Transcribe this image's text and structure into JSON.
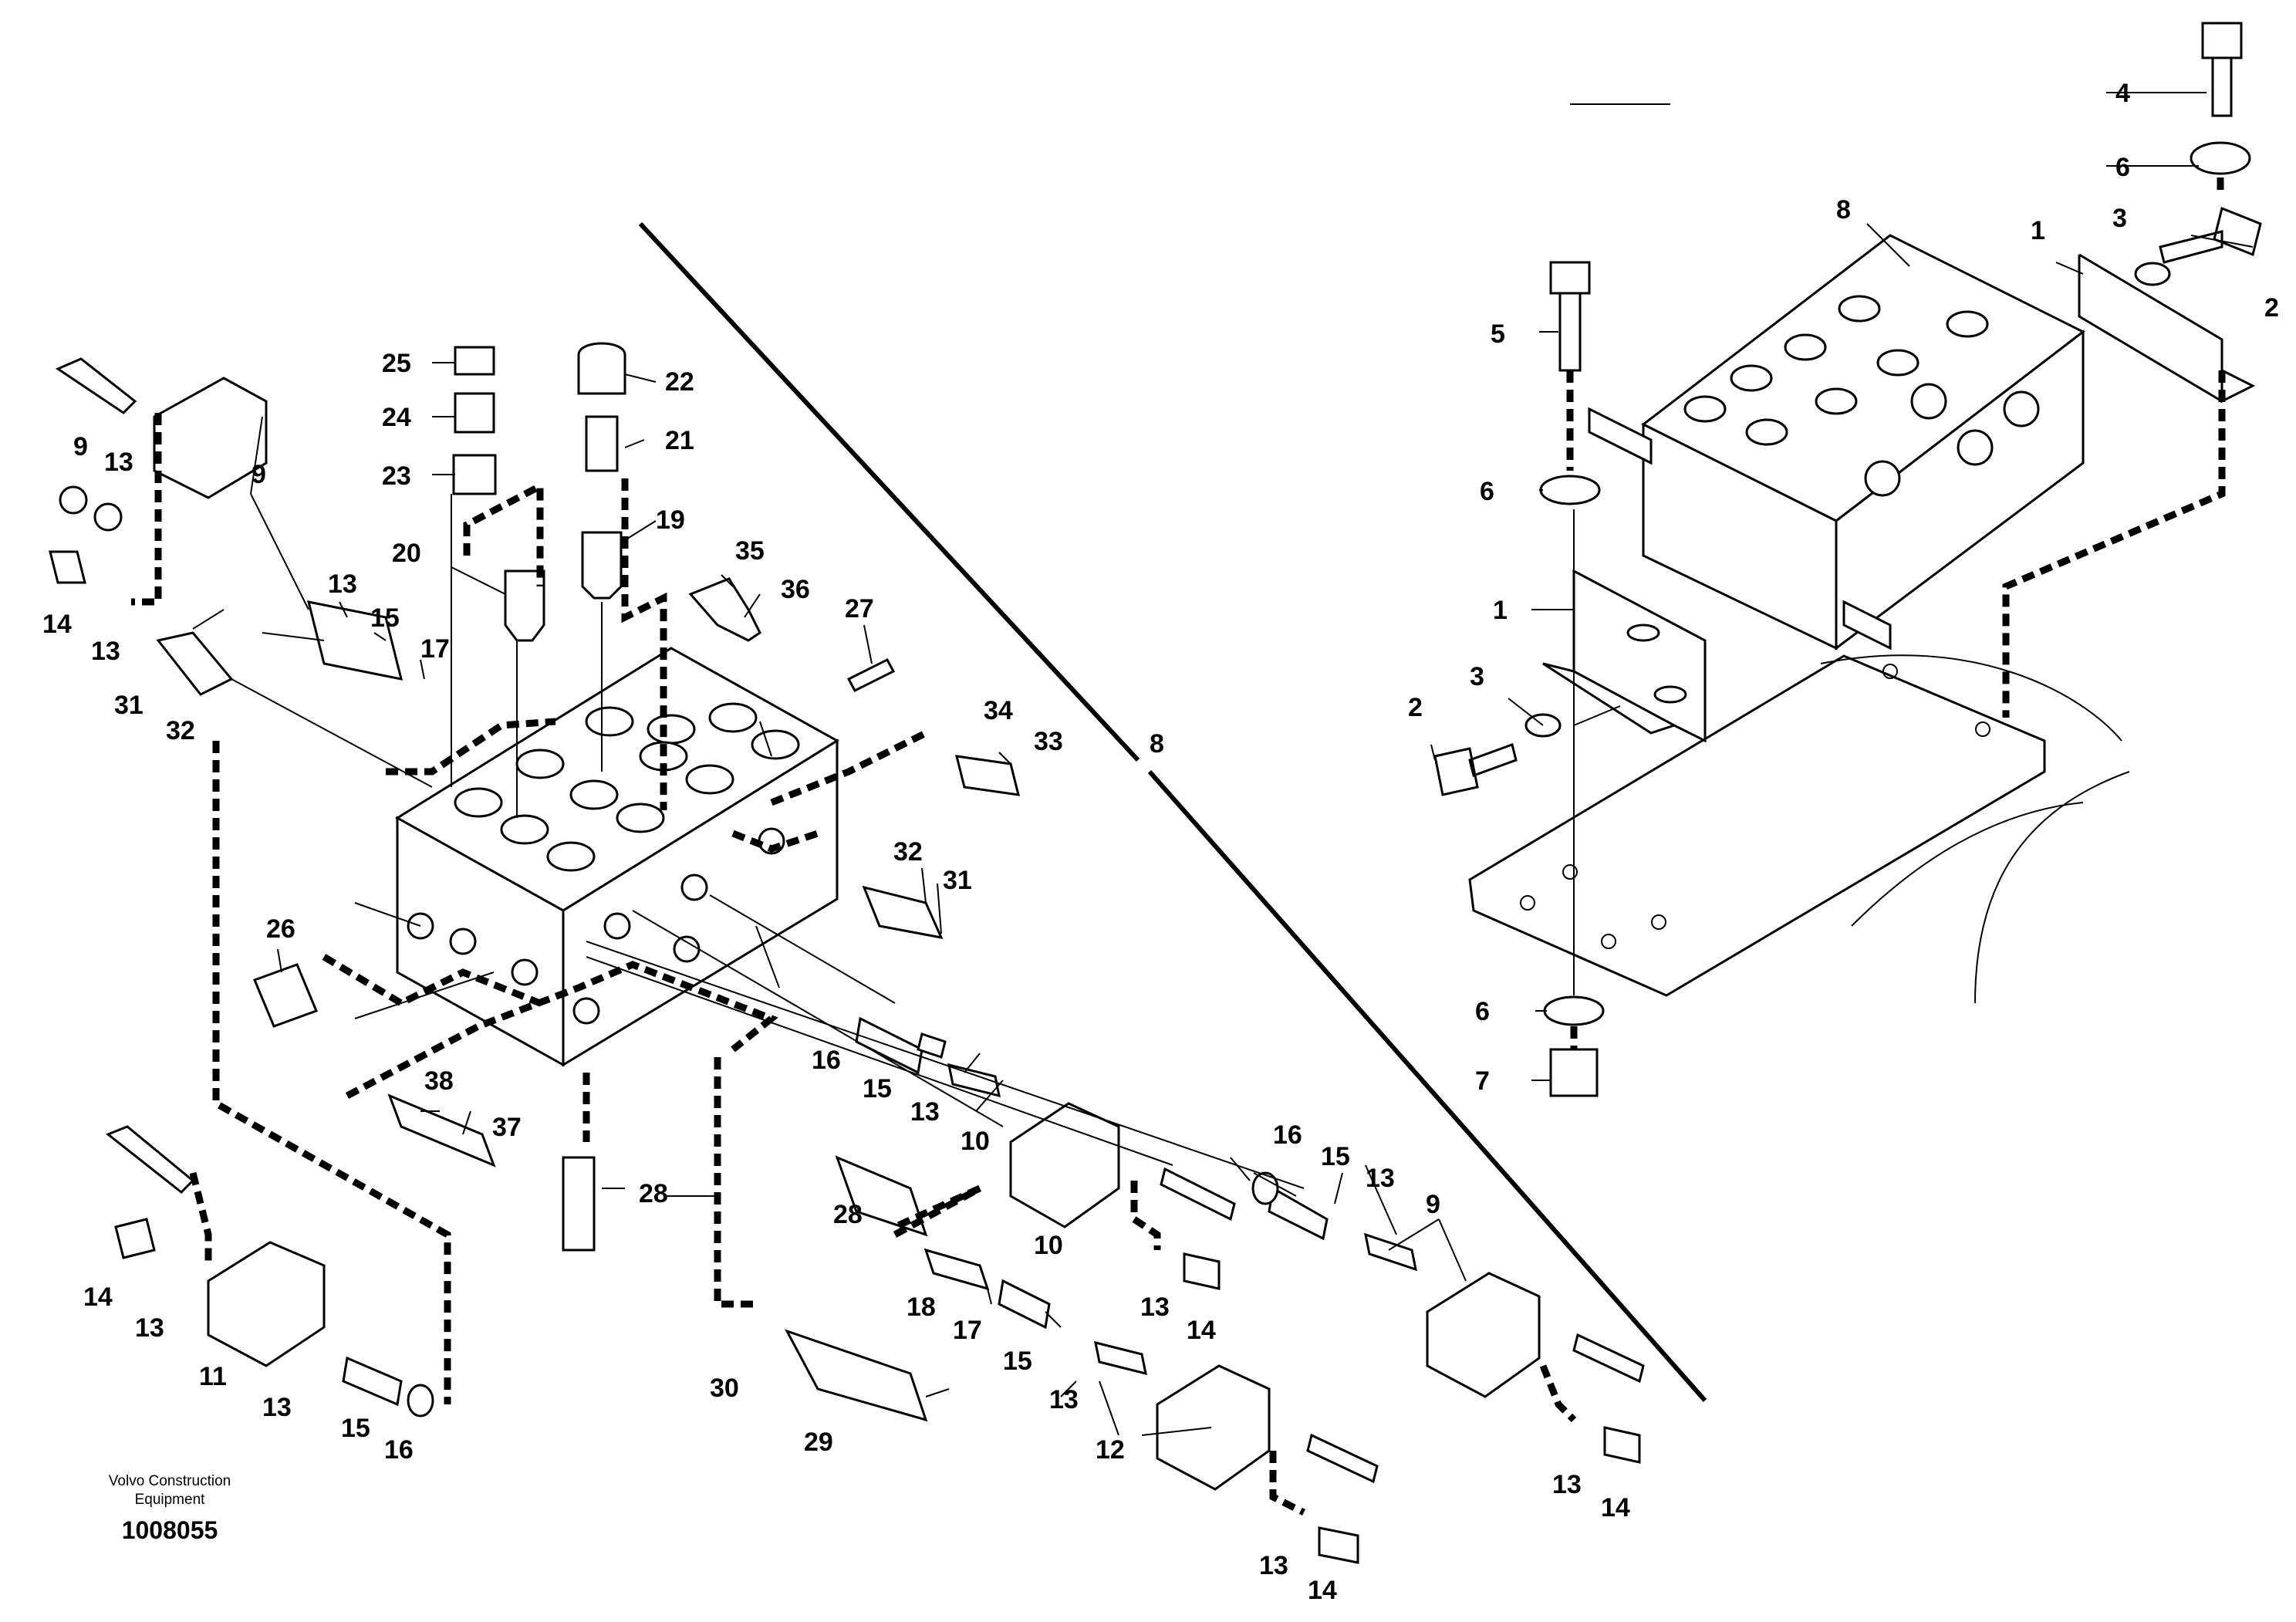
{
  "caption": {
    "company_line1": "Volvo Construction",
    "company_line2": "Equipment",
    "document_number": "1008055"
  },
  "callouts": {
    "c1": "1",
    "c2": "2",
    "c3": "3",
    "c4": "4",
    "c5": "5",
    "c6": "6",
    "c7": "7",
    "c8": "8",
    "c9": "9",
    "c10": "10",
    "c11": "11",
    "c12": "12",
    "c13": "13",
    "c14": "14",
    "c15": "15",
    "c16": "16",
    "c17": "17",
    "c18": "18",
    "c19": "19",
    "c20": "20",
    "c21": "21",
    "c22": "22",
    "c23": "23",
    "c24": "24",
    "c25": "25",
    "c26": "26",
    "c27": "27",
    "c28": "28",
    "c29": "29",
    "c30": "30",
    "c31": "31",
    "c32": "32",
    "c33": "33",
    "c34": "34",
    "c35": "35",
    "c36": "36",
    "c37": "37",
    "c38": "38"
  }
}
